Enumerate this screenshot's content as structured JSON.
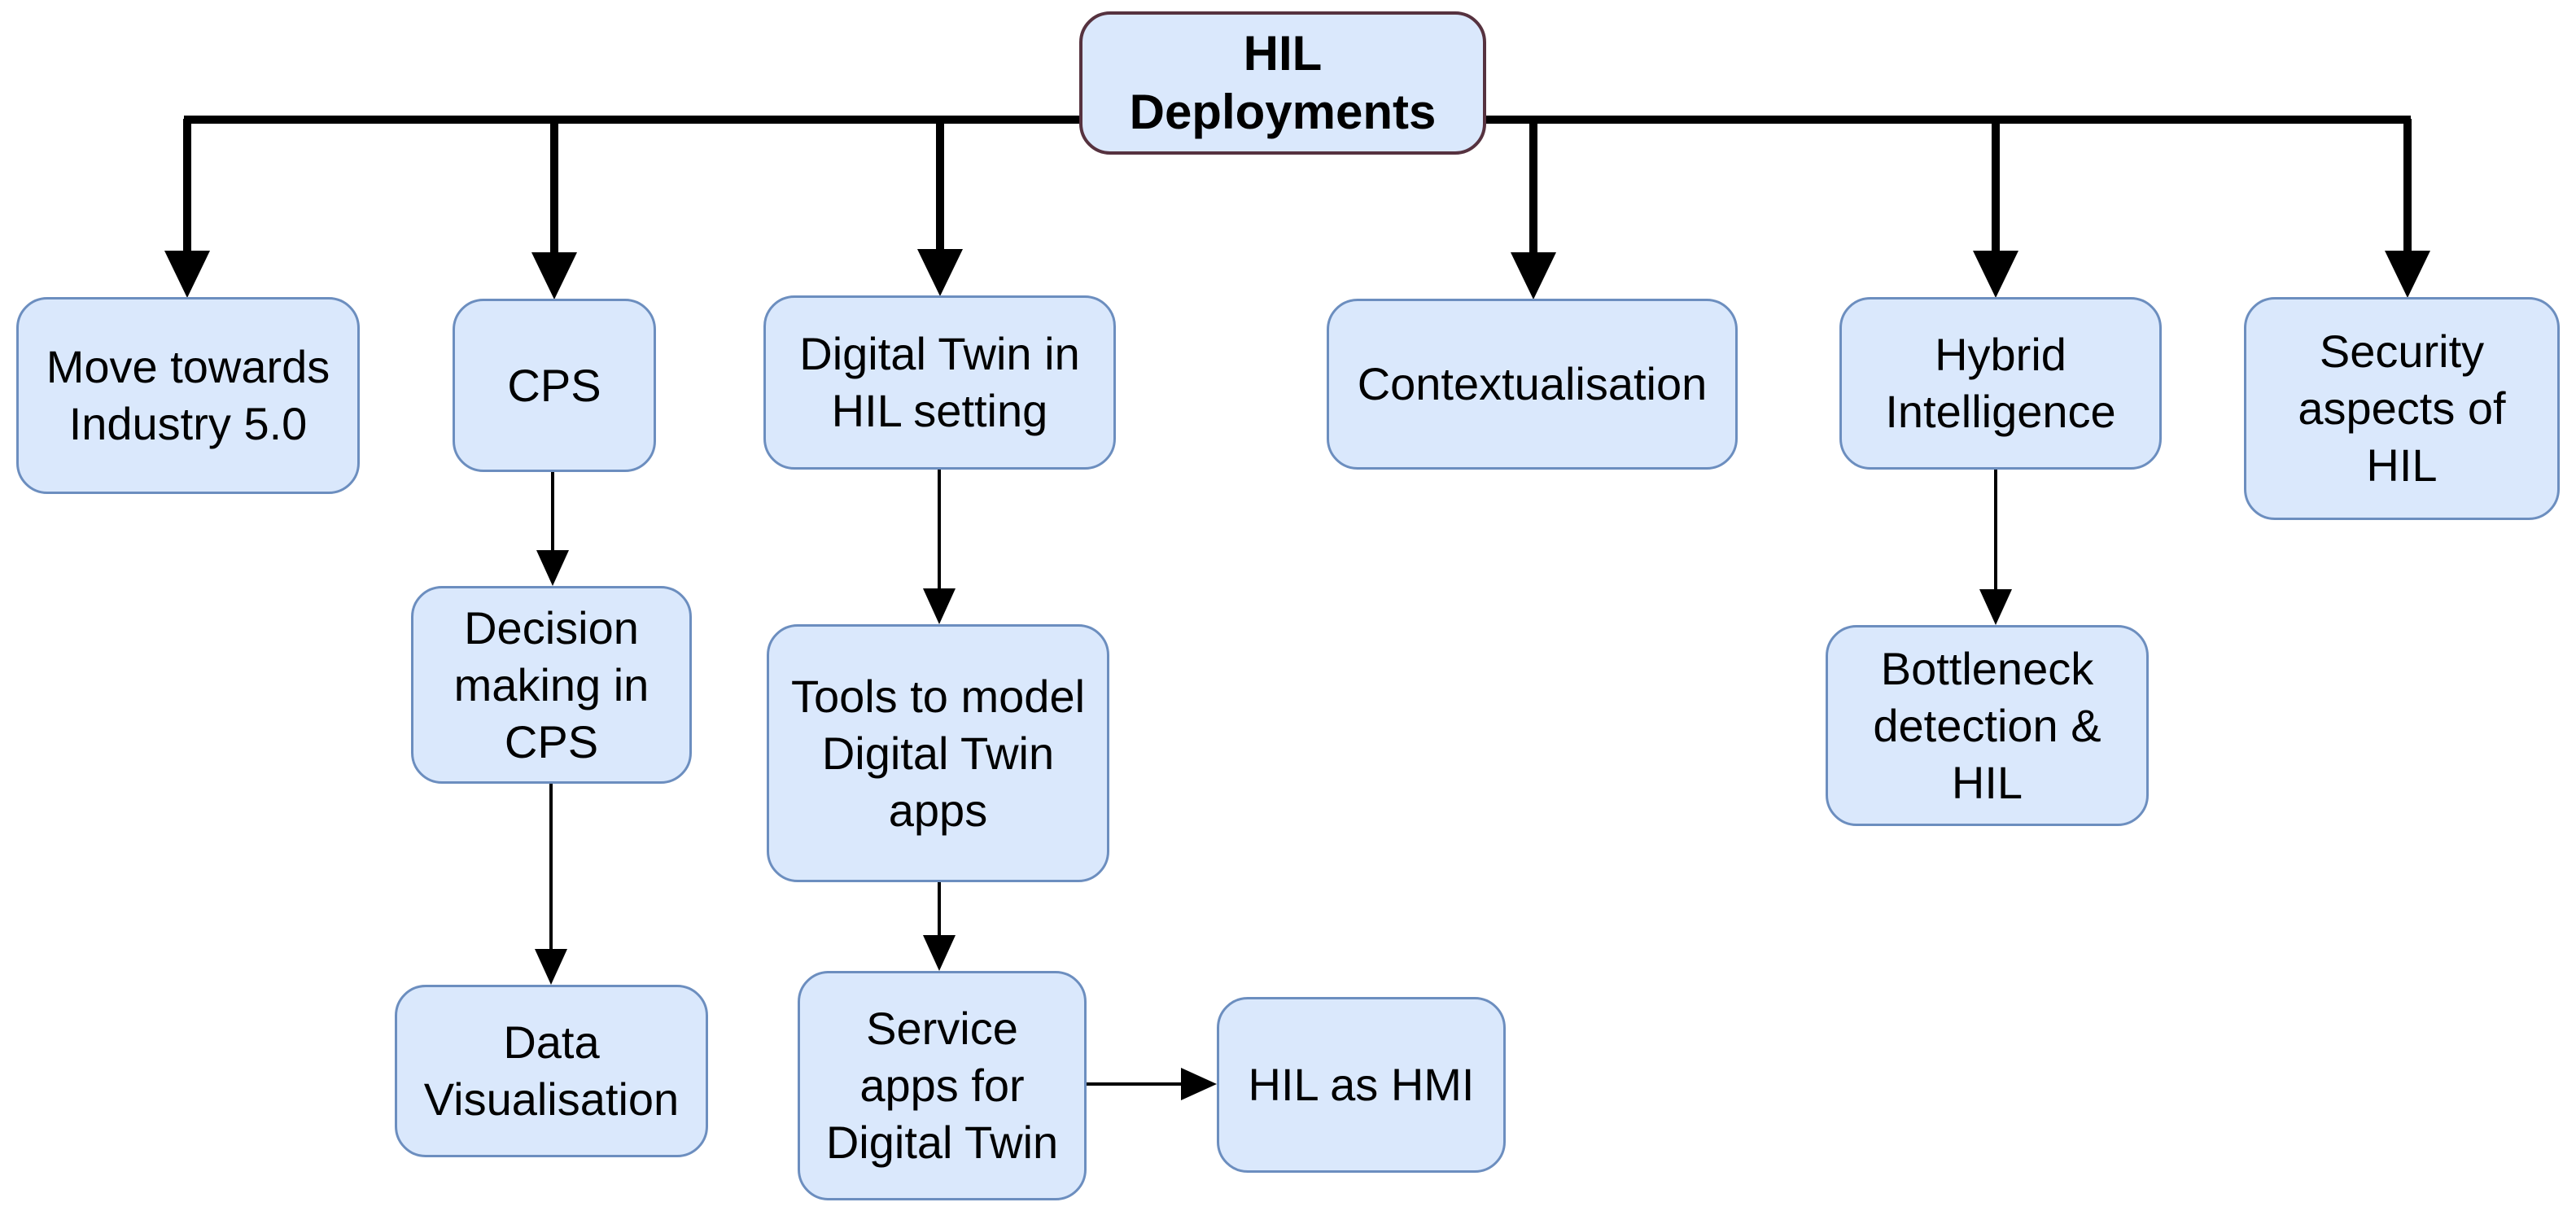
{
  "diagram": {
    "title": "HIL Deployments",
    "colors": {
      "node_fill": "#dae8fc",
      "node_stroke": "#6c8ebf",
      "root_node_stroke": "#56323f",
      "edge": "#000000",
      "text": "#000000",
      "background": "#ffffff"
    },
    "nodes": [
      {
        "id": "hil-deployments",
        "label": "HIL\nDeployments"
      },
      {
        "id": "move-towards-industry-5-0",
        "label": "Move towards\nIndustry 5.0"
      },
      {
        "id": "cps",
        "label": "CPS"
      },
      {
        "id": "digital-twin-in-hil-setting",
        "label": "Digital Twin in\nHIL setting"
      },
      {
        "id": "contextualisation",
        "label": "Contextualisation"
      },
      {
        "id": "hybrid-intelligence",
        "label": "Hybrid\nIntelligence"
      },
      {
        "id": "security-aspects-of-hil",
        "label": "Security\naspects of\nHIL"
      },
      {
        "id": "decision-making-in-cps",
        "label": "Decision\nmaking in\nCPS"
      },
      {
        "id": "tools-to-model-digital-twin-apps",
        "label": "Tools to model\nDigital Twin\napps"
      },
      {
        "id": "bottleneck-detection-and-hil",
        "label": "Bottleneck\ndetection &\nHIL"
      },
      {
        "id": "data-visualisation",
        "label": "Data\nVisualisation"
      },
      {
        "id": "service-apps-for-digital-twin",
        "label": "Service\napps for\nDigital Twin"
      },
      {
        "id": "hil-as-hmi",
        "label": "HIL as HMI"
      }
    ],
    "edges": [
      {
        "from": "hil-deployments",
        "to": "move-towards-industry-5-0"
      },
      {
        "from": "hil-deployments",
        "to": "cps"
      },
      {
        "from": "hil-deployments",
        "to": "digital-twin-in-hil-setting"
      },
      {
        "from": "hil-deployments",
        "to": "contextualisation"
      },
      {
        "from": "hil-deployments",
        "to": "hybrid-intelligence"
      },
      {
        "from": "hil-deployments",
        "to": "security-aspects-of-hil"
      },
      {
        "from": "cps",
        "to": "decision-making-in-cps"
      },
      {
        "from": "decision-making-in-cps",
        "to": "data-visualisation"
      },
      {
        "from": "digital-twin-in-hil-setting",
        "to": "tools-to-model-digital-twin-apps"
      },
      {
        "from": "tools-to-model-digital-twin-apps",
        "to": "service-apps-for-digital-twin"
      },
      {
        "from": "hybrid-intelligence",
        "to": "bottleneck-detection-and-hil"
      },
      {
        "from": "service-apps-for-digital-twin",
        "to": "hil-as-hmi"
      }
    ]
  }
}
